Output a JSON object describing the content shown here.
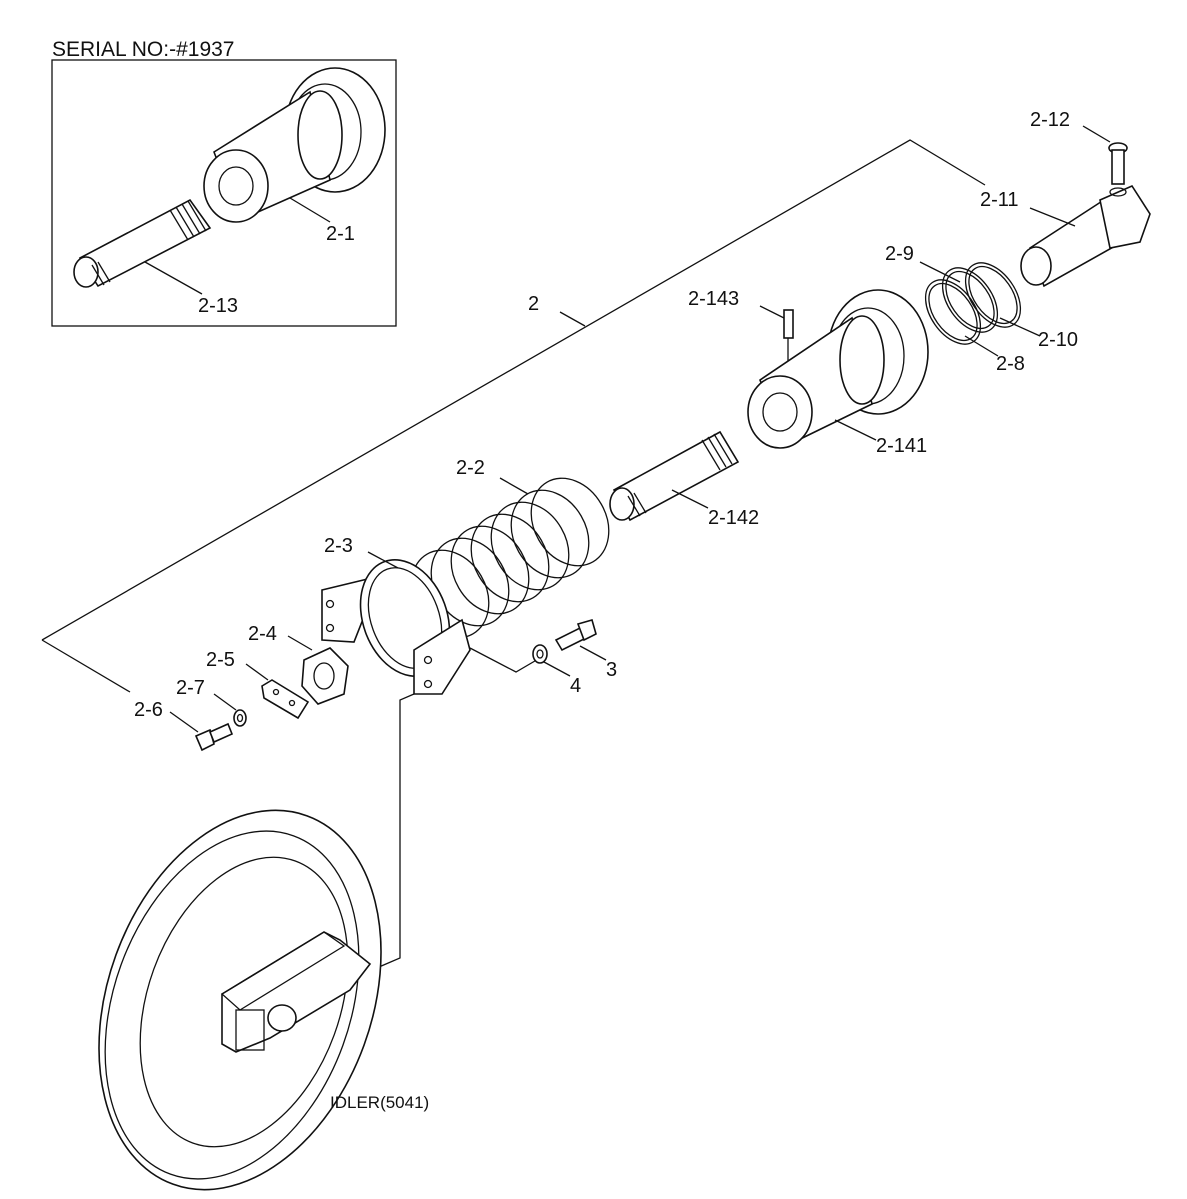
{
  "serial_note": "SERIAL NO:-#1937",
  "idler_label": "IDLER(5041)",
  "callouts": {
    "p2_1": "2-1",
    "p2_13": "2-13",
    "p2_12": "2-12",
    "p2_11": "2-11",
    "p2_9": "2-9",
    "p2_10": "2-10",
    "p2_8": "2-8",
    "p2": "2",
    "p2_143": "2-143",
    "p2_141": "2-141",
    "p2_2": "2-2",
    "p2_142": "2-142",
    "p2_3": "2-3",
    "p2_4": "2-4",
    "p2_5": "2-5",
    "p2_7": "2-7",
    "p2_6": "2-6",
    "p3": "3",
    "p4": "4"
  }
}
